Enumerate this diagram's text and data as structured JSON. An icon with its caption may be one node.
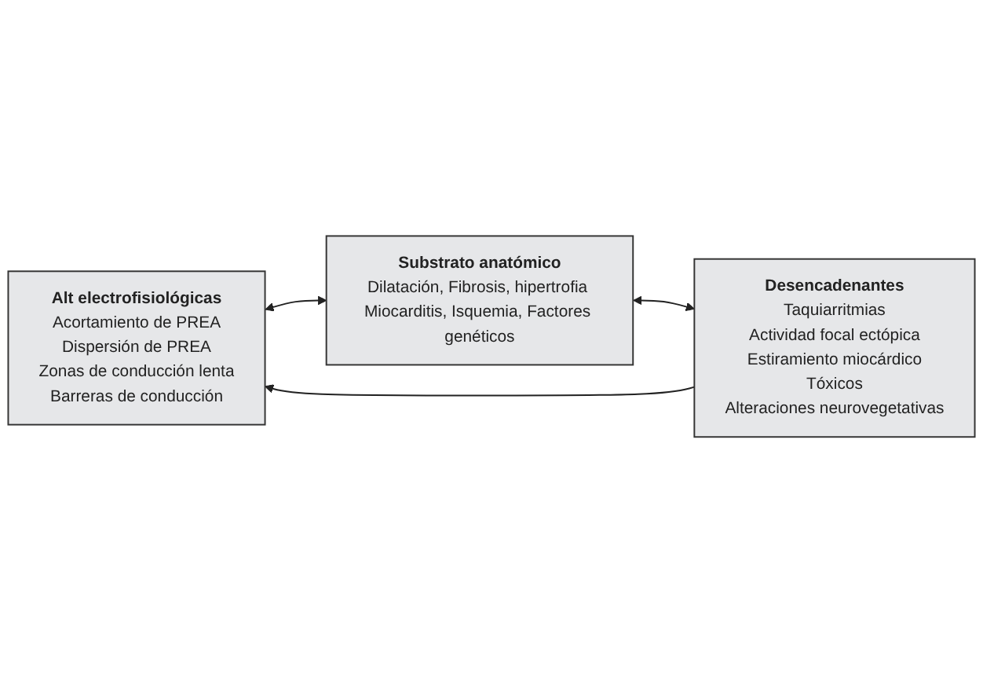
{
  "diagram": {
    "nodes": [
      {
        "text": [
          "Alt electrofisiológicas",
          "Acortamiento de PREA",
          "Dispersión de PREA",
          "Zonas de conducción lenta",
          "Barreras de conducción"
        ]
      },
      {
        "text": [
          "Desencadenantes",
          "Taquiarritmias",
          "Actividad focal ectópica",
          "Estiramiento miocárdico",
          "Tóxicos",
          "Alteraciones neurovegetativas"
        ]
      },
      {
        "text": [
          "Substrato anatómico",
          "Dilatación, Fibrosis, hipertrofia Miocarditis, Isquemia, Factores genéticos"
        ]
      }
    ],
    "edges": [
      {
        "from": 1,
        "to": 0,
        "arrow": "to"
      },
      {
        "from": 0,
        "to": 2,
        "arrow": "both"
      },
      {
        "from": 2,
        "to": 1,
        "arrow": "both"
      }
    ]
  }
}
